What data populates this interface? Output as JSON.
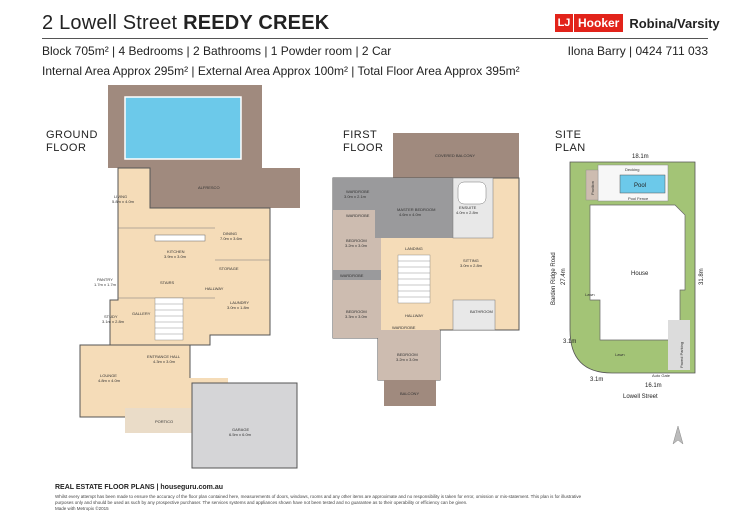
{
  "header": {
    "address_street": "2 Lowell Street",
    "address_suburb": "REEDY CREEK",
    "logo_mark": "LJ",
    "logo_name": "Hooker",
    "office": "Robina/Varsity",
    "specs_line": "Block 705m² | 4 Bedrooms | 2 Bathrooms | 1 Powder room | 2 Car",
    "agent_line": "Ilona Barry | 0424 711 033",
    "areas_line": "Internal Area Approx 295m² | External Area Approx 100m² | Total Floor Area Approx 395m²"
  },
  "sections": {
    "ground": "GROUND FLOOR",
    "first": "FIRST FLOOR",
    "site": "SITE PLAN"
  },
  "ground_rooms": {
    "alfresco": "ALFRESCO",
    "living": "LIVING",
    "living_dim": "5.8m x 4.0m",
    "dining": "DINING",
    "dining_dim": "7.0m x 3.6m",
    "kitchen": "KITCHEN",
    "kitchen_dim": "3.9m x 3.0m",
    "storage": "STORAGE",
    "pantry": "PANTRY",
    "pantry_dim": "1.7m x 1.7m",
    "stairs": "STAIRS",
    "hallway": "HALLWAY",
    "laundry": "LAUNDRY",
    "laundry_dim": "3.0m x 1.8m",
    "study": "STUDY",
    "study_dim": "3.1m x 2.8m",
    "gallery": "GALLERY",
    "entrance": "ENTRANCE HALL",
    "entrance_dim": "4.3m x 3.0m",
    "lounge": "LOUNGE",
    "lounge_dim": "4.8m x 4.0m",
    "portico": "PORTICO",
    "garage": "GARAGE",
    "garage_dim": "6.5m x 6.0m"
  },
  "first_rooms": {
    "covered_balcony": "COVERED BALCONY",
    "wardrobe": "WARDROBE",
    "wardrobe_dim": "3.0m x 2.1m",
    "master": "MASTER BEDROOM",
    "master_dim": "4.6m x 4.0m",
    "ensuite": "ENSUITE",
    "ensuite_dim": "4.0m x 2.8m",
    "bedroom": "BEDROOM",
    "bed1_dim": "3.2m x 3.0m",
    "bed2_dim": "3.3m x 3.0m",
    "bed3_dim": "3.2m x 3.0m",
    "landing": "LANDING",
    "sitting": "SITTING",
    "sitting_dim": "3.0m x 2.8m",
    "bathroom": "BATHROOM",
    "hallway": "HALLWAY",
    "balcony": "BALCONY"
  },
  "site_plan": {
    "top": "18.1m",
    "left": "27.4m",
    "right": "31.8m",
    "bottom": "16.1m",
    "corner_a": "3.1m",
    "corner_b": "3.1m",
    "road_left": "Barden Ridge Road",
    "road_bottom": "Lowell Street",
    "pool": "Pool",
    "decking": "Decking",
    "pavilion": "Pavilion",
    "pool_fence": "Pool Fence",
    "house": "House",
    "lawn": "Lawn",
    "paved": "Paved Parking",
    "auto_gate": "Auto Gate"
  },
  "footer": {
    "brand": "REAL ESTATE FLOOR PLANS | houseguru.com.au",
    "disclaimer": "Whilst every attempt has been made to ensure the accuracy of the floor plan contained here, measurements of doors, windows, rooms and any other items are approximate and no responsibility is taken for error, omission or mis-statement. This plan is for illustrative purposes only and should be used as such by any prospective purchaser. The services systems and appliances shown have not been tested and no guarantee as to their operability or efficiency can be given.",
    "made_with": "Made with Metropix ©2015"
  },
  "colors": {
    "alfresco": "#a08a7e",
    "interior": "#f5dcb8",
    "garage": "#d5d5d7",
    "pool": "#6cc9ea",
    "bed": "#cdbcb0",
    "master": "#9a9a9c",
    "lawn": "#a3c476"
  }
}
